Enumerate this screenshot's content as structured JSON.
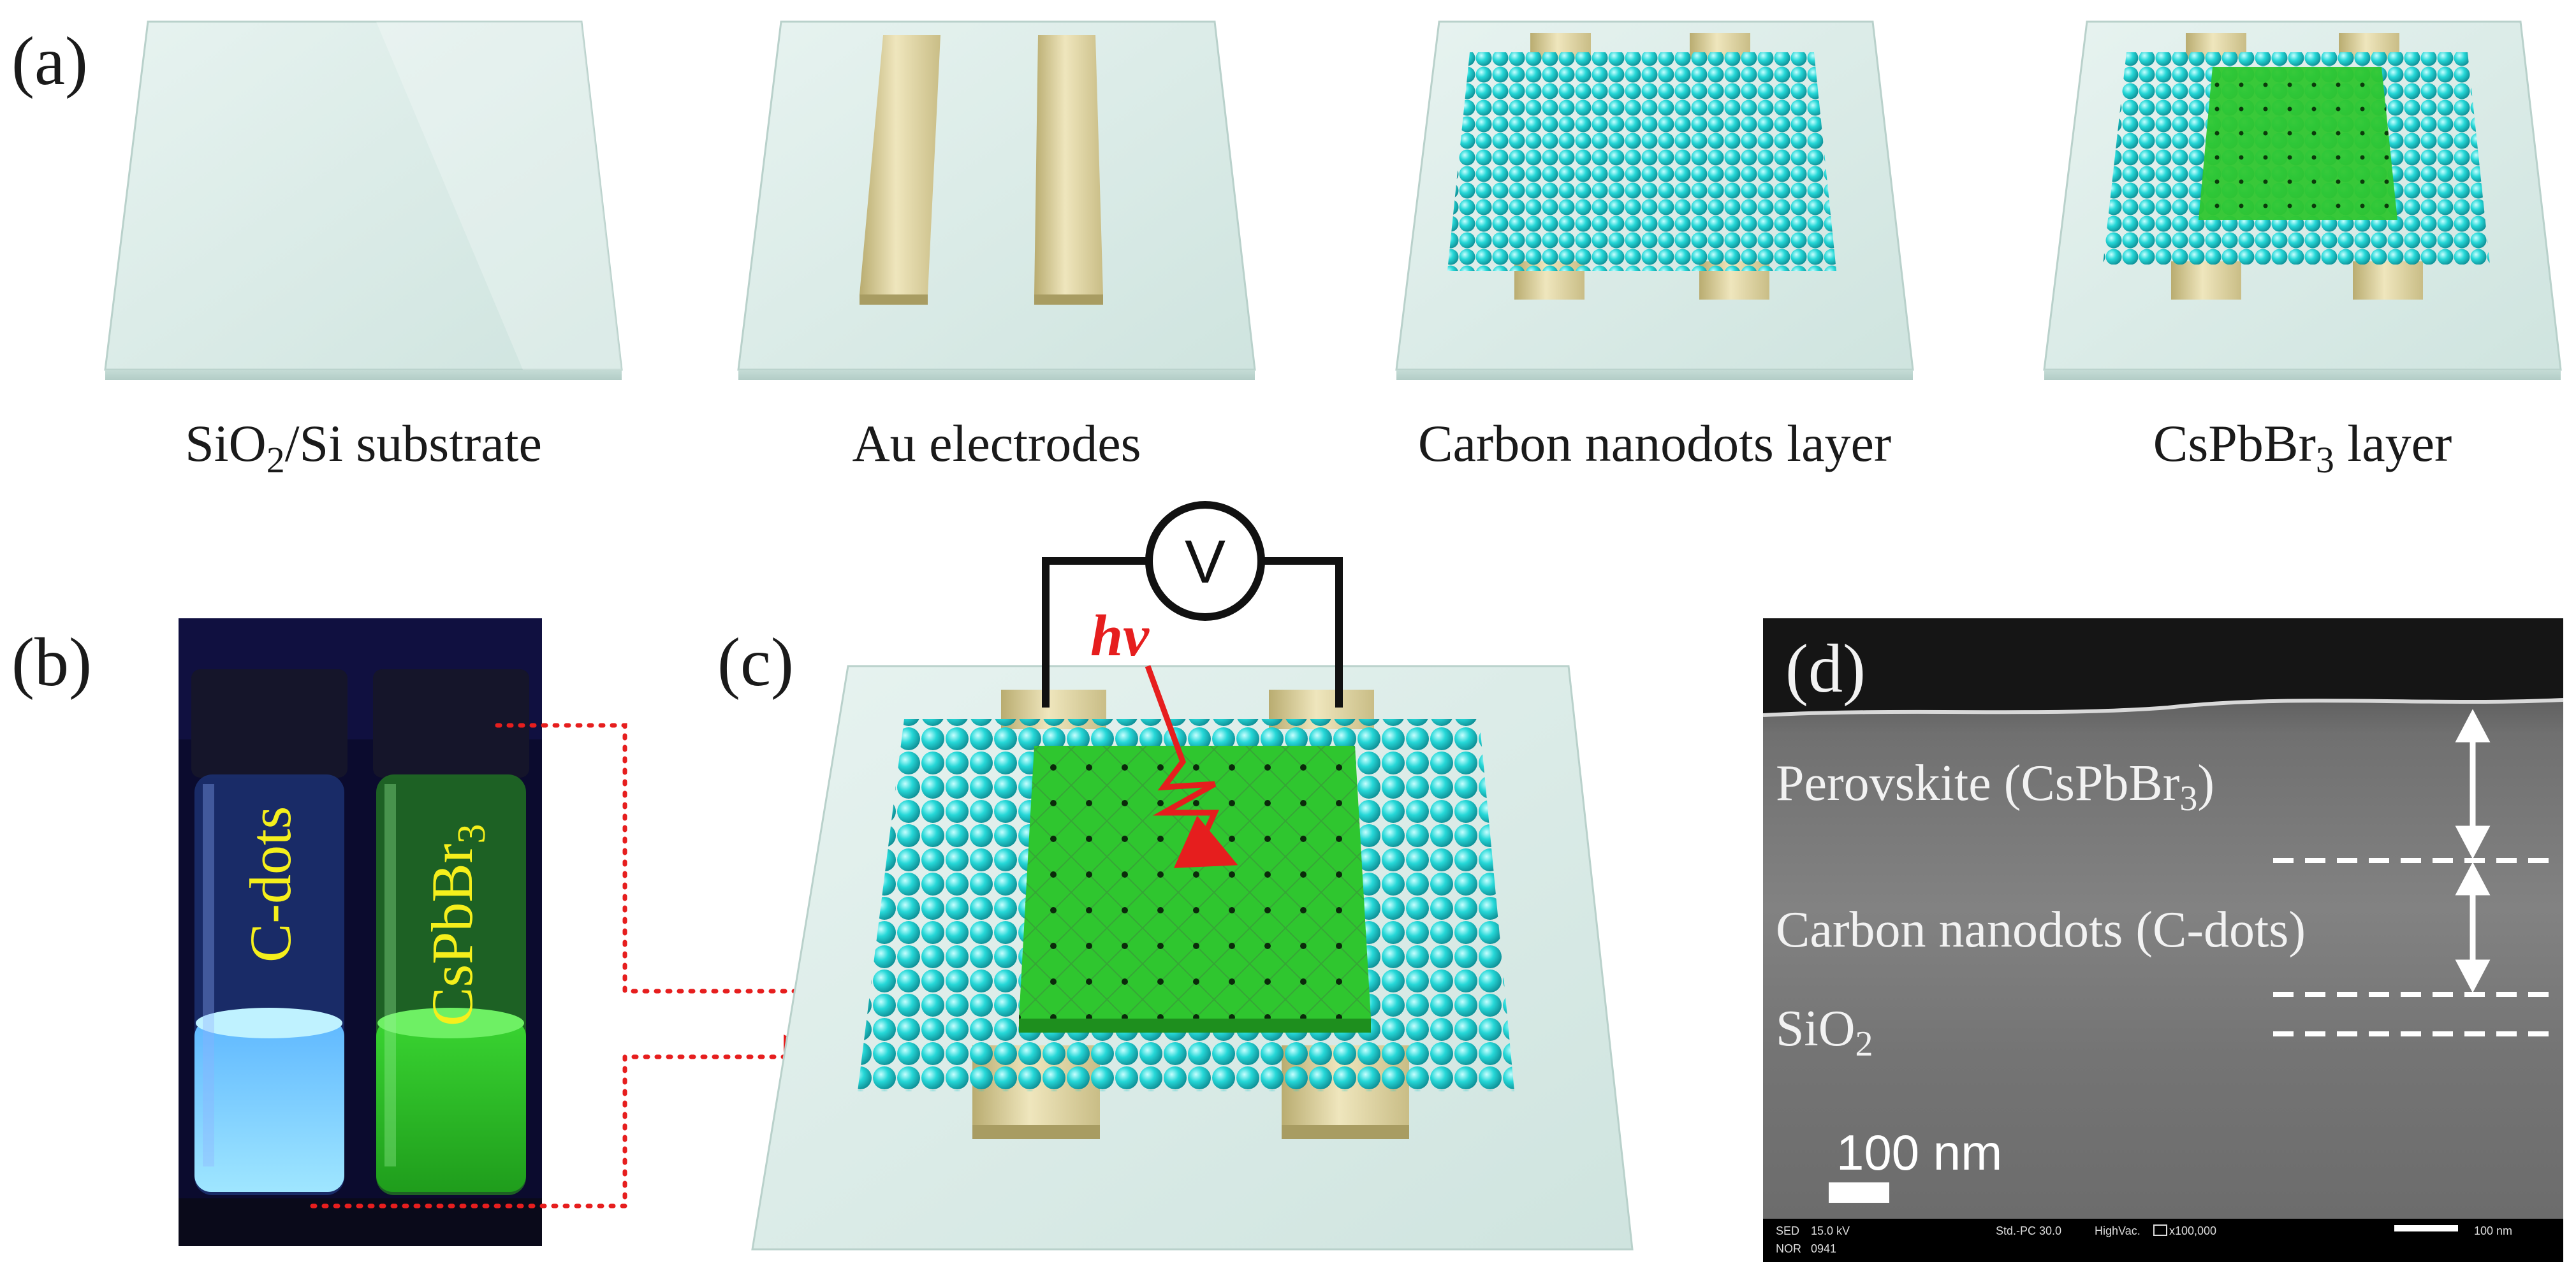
{
  "panels": {
    "a": {
      "label": "(a)",
      "steps": [
        {
          "caption": "SiO",
          "sub": "2",
          "tail": "/Si substrate"
        },
        {
          "caption": "Au electrodes",
          "sub": "",
          "tail": ""
        },
        {
          "caption": "Carbon nanodots layer",
          "sub": "",
          "tail": ""
        },
        {
          "caption": "CsPbBr",
          "sub": "3",
          "tail": " layer"
        }
      ]
    },
    "b": {
      "label": "(b)",
      "vial_left": "C-dots",
      "vial_right_main": "CsPbBr",
      "vial_right_sub": "3"
    },
    "c": {
      "label": "(c)",
      "meter": "V",
      "light": "hv"
    },
    "d": {
      "label": "(d)",
      "layer1_main": "Perovskite (CsPbBr",
      "layer1_sub": "3",
      "layer1_tail": ")",
      "layer2": "Carbon nanodots (C-dots)",
      "layer3_main": "SiO",
      "layer3_sub": "2",
      "scale": "100 nm",
      "databar": {
        "det": "SED",
        "kv": "15.0 kV",
        "mode": "Std.-PC 30.0",
        "vac": "HighVac.",
        "mag": "x100,000",
        "scale": "100 nm",
        "line2a": "NOR",
        "line2b": "0941"
      }
    }
  },
  "colors": {
    "glass": "#d7e9e5",
    "gold": "#d8cc94",
    "cdots": "#22d4d4",
    "perovskite": "#2fc62f",
    "arrow": "#e61e1e",
    "vial_label": "#f5ef1c"
  }
}
